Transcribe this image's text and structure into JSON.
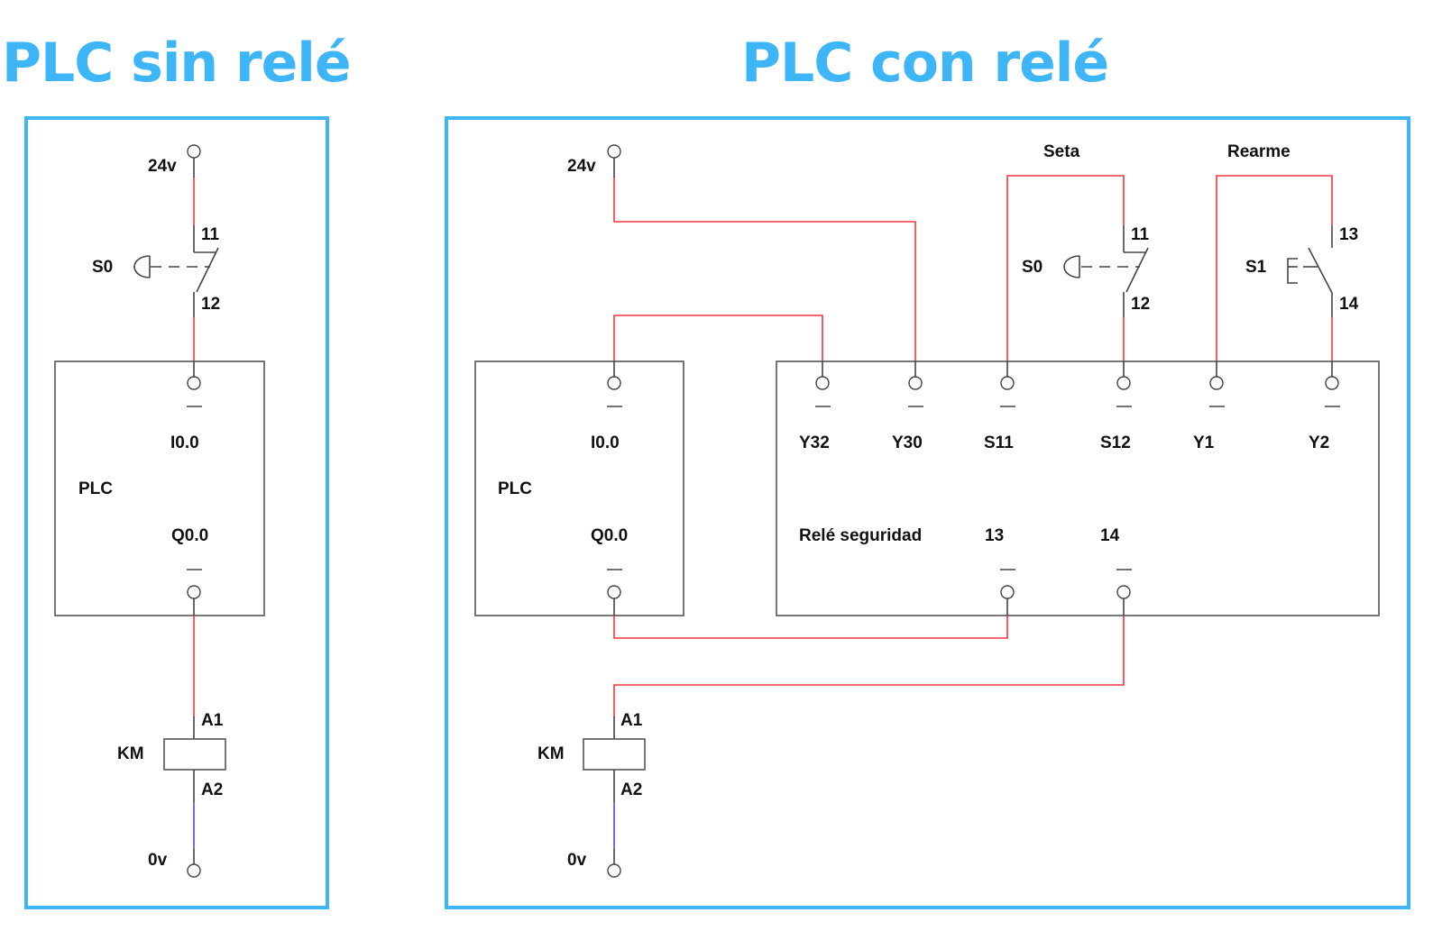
{
  "titles": {
    "left": "PLC sin relé",
    "right": "PLC con relé"
  },
  "colors": {
    "accent": "#3db5f7",
    "wire_positive": "#f0373d",
    "wire_negative": "#4a4ae8",
    "component": "#444444"
  },
  "left_diagram": {
    "supply_positive": "24v",
    "supply_negative": "0v",
    "emergency_stop": {
      "label": "S0",
      "contact_top": "11",
      "contact_bottom": "12",
      "icon": "mushroom-pushbutton-nc-icon"
    },
    "plc": {
      "label": "PLC",
      "input": "I0.0",
      "output": "Q0.0"
    },
    "contactor": {
      "label": "KM",
      "terminal_top": "A1",
      "terminal_bottom": "A2",
      "icon": "coil-icon"
    }
  },
  "right_diagram": {
    "supply_positive": "24v",
    "supply_negative": "0v",
    "plc": {
      "label": "PLC",
      "input": "I0.0",
      "output": "Q0.0"
    },
    "safety_relay": {
      "label": "Relé seguridad",
      "top_terminals": [
        "Y32",
        "Y30",
        "S11",
        "S12",
        "Y1",
        "Y2"
      ],
      "bottom_terminals": [
        "13",
        "14"
      ]
    },
    "emergency_stop": {
      "group_label": "Seta",
      "label": "S0",
      "contact_top": "11",
      "contact_bottom": "12",
      "icon": "mushroom-pushbutton-nc-icon"
    },
    "reset_button": {
      "group_label": "Rearme",
      "label": "S1",
      "contact_top": "13",
      "contact_bottom": "14",
      "icon": "pushbutton-no-icon"
    },
    "contactor": {
      "label": "KM",
      "terminal_top": "A1",
      "terminal_bottom": "A2",
      "icon": "coil-icon"
    }
  }
}
